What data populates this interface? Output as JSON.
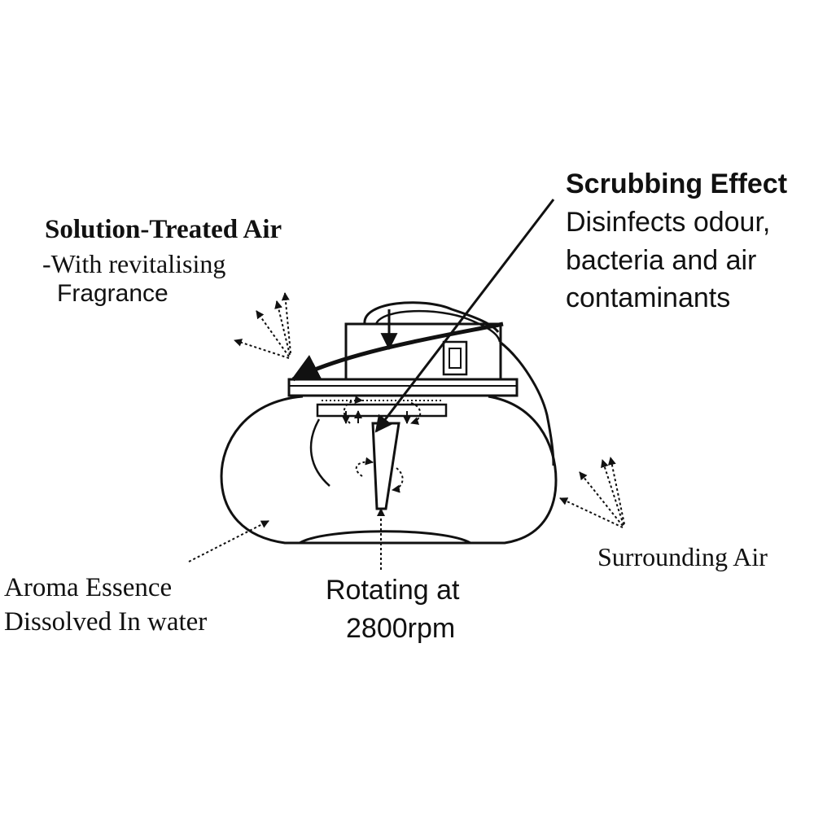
{
  "labels": {
    "treated_air": {
      "title": "Solution-Treated Air",
      "line1": "-With revitalising",
      "line2": "Fragrance"
    },
    "scrubbing": {
      "title": "Scrubbing Effect",
      "line1": "Disinfects  odour,",
      "line2": "bacteria and air",
      "line3": "contaminants"
    },
    "surrounding_air": "Surrounding Air",
    "aroma": {
      "line1": "Aroma Essence",
      "line2": "Dissolved In water"
    },
    "rotating": {
      "line1": "Rotating at",
      "line2": "2800rpm"
    }
  },
  "colors": {
    "ink": "#111111",
    "background": "#ffffff"
  }
}
